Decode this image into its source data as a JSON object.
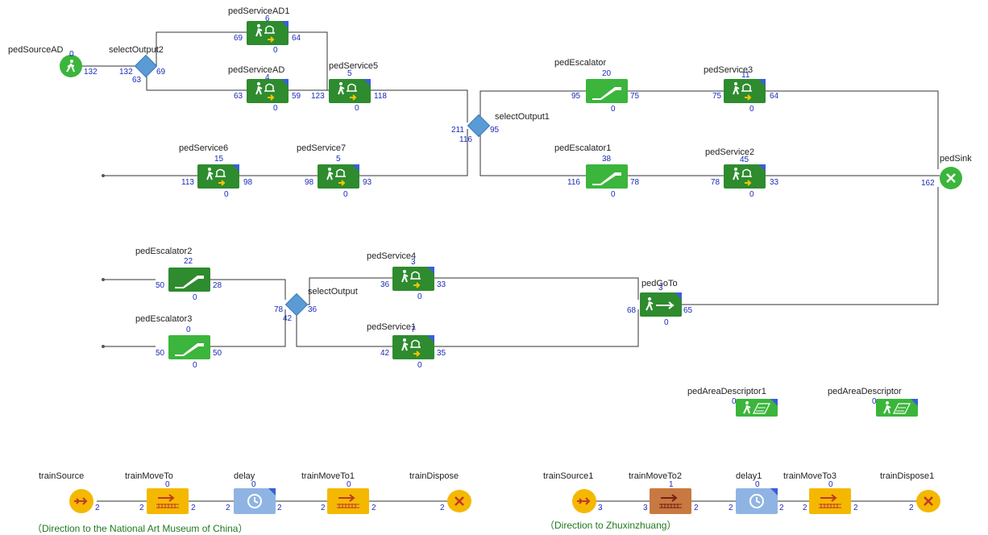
{
  "blocks": {
    "pedSourceAD": {
      "name": "pedSourceAD",
      "count": "0",
      "out": "132"
    },
    "selectOutput2": {
      "name": "selectOutput2",
      "in": "132",
      "out_top": "69",
      "out_bottom": "63"
    },
    "pedServiceAD1": {
      "name": "pedServiceAD1",
      "count": "6",
      "in": "69",
      "out": "64",
      "queue": "0"
    },
    "pedServiceAD": {
      "name": "pedServiceAD",
      "count": "4",
      "in": "63",
      "out": "59",
      "queue": "0"
    },
    "pedService5": {
      "name": "pedService5",
      "count": "5",
      "in": "123",
      "out": "118",
      "queue": "0"
    },
    "pedService6": {
      "name": "pedService6",
      "count": "15",
      "in": "113",
      "out": "98",
      "queue": "0"
    },
    "pedService7": {
      "name": "pedService7",
      "count": "5",
      "in": "98",
      "out": "93",
      "queue": "0"
    },
    "selectOutput1": {
      "name": "selectOutput1",
      "in": "211",
      "out_top": "95",
      "out_bottom": "116"
    },
    "pedEscalator": {
      "name": "pedEscalator",
      "count": "20",
      "in": "95",
      "out": "75",
      "queue": "0"
    },
    "pedEscalator1": {
      "name": "pedEscalator1",
      "count": "38",
      "in": "116",
      "out": "78",
      "queue": "0"
    },
    "pedService3": {
      "name": "pedService3",
      "count": "11",
      "in": "75",
      "out": "64",
      "queue": "0"
    },
    "pedService2": {
      "name": "pedService2",
      "count": "45",
      "in": "78",
      "out": "33",
      "queue": "0"
    },
    "pedSink": {
      "name": "pedSink",
      "in": "162"
    },
    "pedEscalator2": {
      "name": "pedEscalator2",
      "count": "22",
      "in": "50",
      "out": "28",
      "queue": "0"
    },
    "pedEscalator3": {
      "name": "pedEscalator3",
      "count": "0",
      "in": "50",
      "out": "50",
      "queue": "0"
    },
    "selectOutput": {
      "name": "selectOutput",
      "in": "78",
      "out_top": "36",
      "out_bottom": "42"
    },
    "pedService4": {
      "name": "pedService4",
      "count": "3",
      "in": "36",
      "out": "33",
      "queue": "0"
    },
    "pedService1": {
      "name": "pedService1",
      "count": "7",
      "in": "42",
      "out": "35",
      "queue": "0"
    },
    "pedGoTo": {
      "name": "pedGoTo",
      "count": "3",
      "in": "68",
      "out": "65",
      "queue": "0"
    },
    "pedAreaDescriptor1": {
      "name": "pedAreaDescriptor1",
      "count": "0"
    },
    "pedAreaDescriptor": {
      "name": "pedAreaDescriptor",
      "count": "0"
    }
  },
  "train_line_1": {
    "note": "（Direction to the National Art Museum of China）",
    "trainSource": {
      "name": "trainSource",
      "out": "2"
    },
    "trainMoveTo": {
      "name": "trainMoveTo",
      "count": "0",
      "in": "2",
      "out": "2"
    },
    "delay": {
      "name": "delay",
      "count": "0",
      "in": "2",
      "out": "2"
    },
    "trainMoveTo1": {
      "name": "trainMoveTo1",
      "count": "0",
      "in": "2",
      "out": "2"
    },
    "trainDispose": {
      "name": "trainDispose",
      "in": "2"
    }
  },
  "train_line_2": {
    "note": "（Direction to Zhuxinzhuang）",
    "trainSource1": {
      "name": "trainSource1",
      "out": "3"
    },
    "trainMoveTo2": {
      "name": "trainMoveTo2",
      "count": "1",
      "in": "3",
      "out": "2"
    },
    "delay1": {
      "name": "delay1",
      "count": "0",
      "in": "2",
      "out": "2"
    },
    "trainMoveTo3": {
      "name": "trainMoveTo3",
      "count": "0",
      "in": "2",
      "out": "2"
    },
    "trainDispose1": {
      "name": "trainDispose1",
      "in": "2"
    }
  },
  "colors": {
    "service": "#2e8b2e",
    "escalator_light": "#3bb53b",
    "select": "#5b9bd5",
    "train_move": "#f5b800",
    "train_move_active": "#c87941",
    "delay": "#8fb4e3",
    "dispose": "#f5b800",
    "corner": "#3a5ed8"
  }
}
